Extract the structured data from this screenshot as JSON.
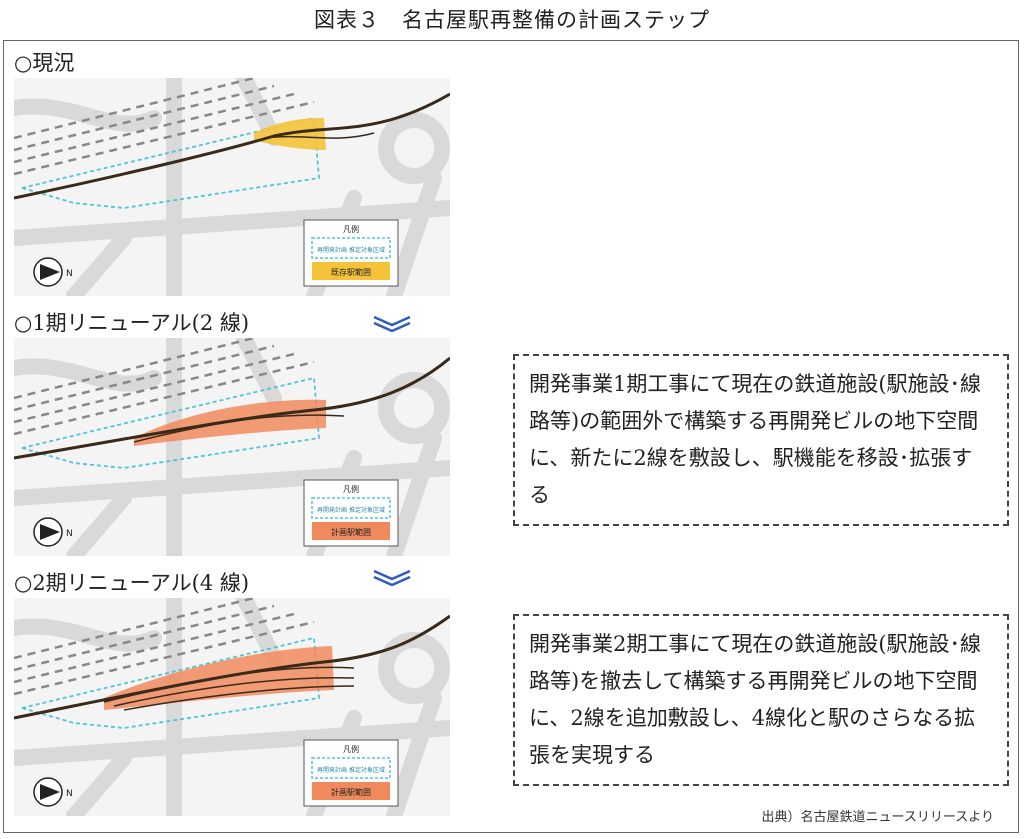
{
  "title": "図表３　名古屋駅再整備の計画ステップ",
  "source": "出典）名古屋鉄道ニュースリリースより",
  "colors": {
    "existing_station": "#f5c33a",
    "planned_station": "#f08a5d",
    "redevelopment_area": "#4fc3d9",
    "track": "#3a2a1a",
    "arrow": "#2e5cb8"
  },
  "sections": [
    {
      "label": "○現況",
      "legend_title": "凡例",
      "legend_area": "再開発計画\n推定対象区域",
      "legend_station": "既存駅範囲",
      "north": "N",
      "note": ""
    },
    {
      "label": "○1期リニューアル(2 線)",
      "legend_title": "凡例",
      "legend_area": "再開発計画\n推定対象区域",
      "legend_station": "計画駅範囲",
      "north": "N",
      "note": "開発事業1期工事にて現在の鉄道施設(駅施設･線路等)の範囲外で構築する再開発ビルの地下空間に、新たに2線を敷設し、駅機能を移設･拡張する"
    },
    {
      "label": "○2期リニューアル(4 線)",
      "legend_title": "凡例",
      "legend_area": "再開発計画\n推定対象区域",
      "legend_station": "計画駅範囲",
      "north": "N",
      "note": "開発事業2期工事にて現在の鉄道施設(駅施設･線路等)を撤去して構築する再開発ビルの地下空間に、2線を追加敷設し、4線化と駅のさらなる拡張を実現する"
    }
  ]
}
